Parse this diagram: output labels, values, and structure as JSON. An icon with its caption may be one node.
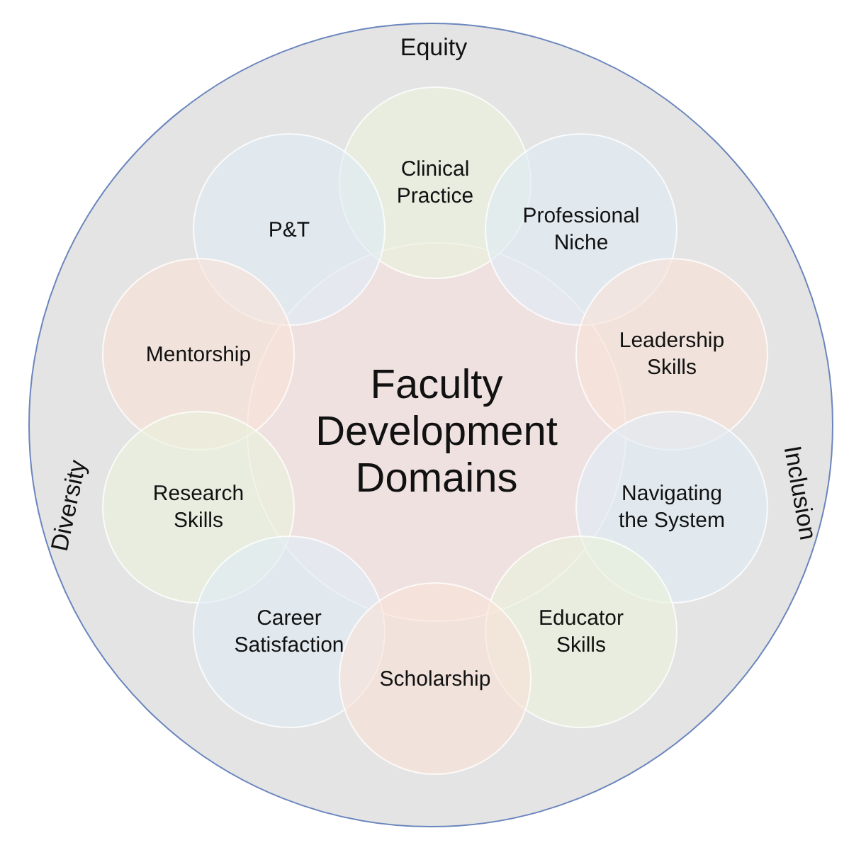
{
  "diagram": {
    "nodes": [
      {
        "text": [
          "Equity",
          "Diversity",
          "Inclusion"
        ]
      },
      {
        "text": [
          "Faculty Development Domains"
        ],
        "in": 0
      },
      {
        "text": [
          "Clinical Practice"
        ],
        "in": 0
      },
      {
        "text": [
          "P&T"
        ],
        "in": 0
      },
      {
        "text": [
          "Professional Niche"
        ],
        "in": 0
      },
      {
        "text": [
          "Mentorship"
        ],
        "in": 0
      },
      {
        "text": [
          "Leadership Skills"
        ],
        "in": 0
      },
      {
        "text": [
          "Research Skills"
        ],
        "in": 0
      },
      {
        "text": [
          "Navigating the System"
        ],
        "in": 0
      },
      {
        "text": [
          "Career Satisfaction"
        ],
        "in": 0
      },
      {
        "text": [
          "Educator Skills"
        ],
        "in": 0
      },
      {
        "text": [
          "Scholarship"
        ],
        "in": 0
      }
    ]
  }
}
